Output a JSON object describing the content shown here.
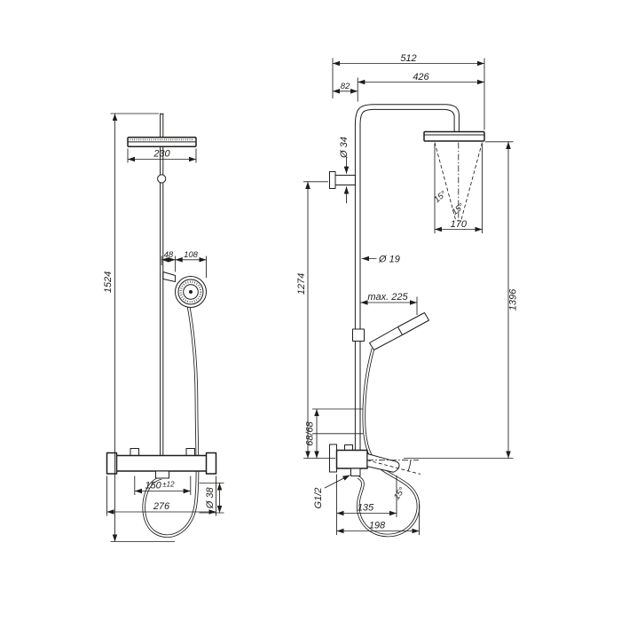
{
  "colors": {
    "line": "#1d1d1b",
    "background": "#ffffff"
  },
  "front_view": {
    "head_width": "230",
    "overall_height": "1524",
    "handshower_offset": "48",
    "handshower_diameter": "108",
    "connection_distance": "150",
    "connection_tolerance": "±12",
    "mixer_width": "276",
    "hose_diameter": "Ø 38"
  },
  "side_view": {
    "projection_total": "512",
    "arm_projection": "426",
    "wall_to_pipe": "82",
    "bracket_diameter": "Ø 34",
    "spray_angle_left": "15°",
    "spray_angle_right": "15°",
    "spray_width": "170",
    "pipe_diameter": "Ø 19",
    "bracket_height": "1274",
    "overall_height": "1396",
    "handshower_projection": "max. 225",
    "port_offsets": "68/68",
    "connection_thread": "G1/2",
    "spout_projection": "135",
    "spout_total_projection": "198",
    "spout_angle": "15°"
  }
}
